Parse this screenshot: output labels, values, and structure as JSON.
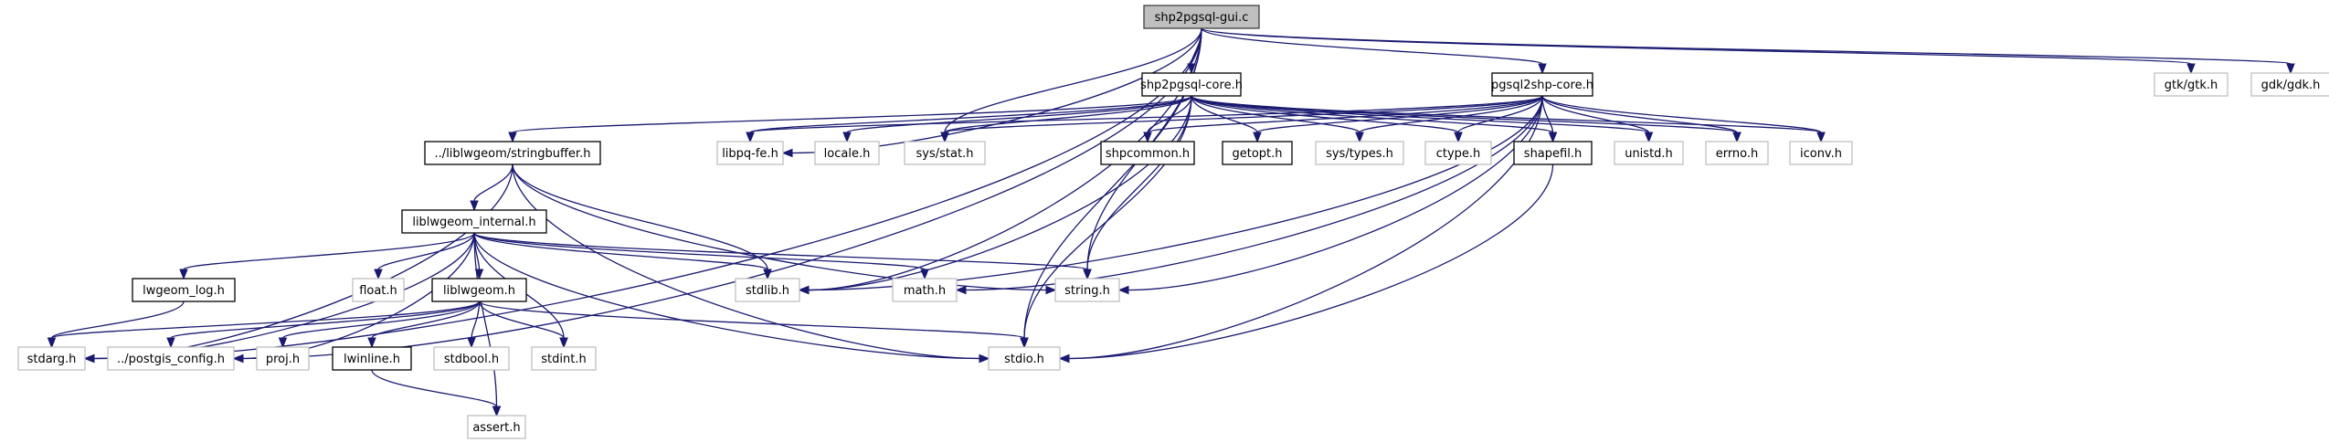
{
  "title": "shp2pgsql-gui.c include dependency graph",
  "colors": {
    "edge": "#191970",
    "root_fill": "#bfbfbf",
    "root_border": "#404040",
    "documented_border": "#000000",
    "external_border": "#bfbfbf",
    "node_fill": "#ffffff"
  },
  "nodes": [
    {
      "id": "gui",
      "label": "shp2pgsql-gui.c",
      "kind": "root"
    },
    {
      "id": "shpcore",
      "label": "shp2pgsql-core.h",
      "kind": "documented"
    },
    {
      "id": "pgcore",
      "label": "pgsql2shp-core.h",
      "kind": "documented"
    },
    {
      "id": "gtk",
      "label": "gtk/gtk.h",
      "kind": "external"
    },
    {
      "id": "gdk",
      "label": "gdk/gdk.h",
      "kind": "external"
    },
    {
      "id": "sbuf",
      "label": "../liblwgeom/stringbuffer.h",
      "kind": "documented"
    },
    {
      "id": "libpq",
      "label": "libpq-fe.h",
      "kind": "external"
    },
    {
      "id": "locale",
      "label": "locale.h",
      "kind": "external"
    },
    {
      "id": "sysstat",
      "label": "sys/stat.h",
      "kind": "external"
    },
    {
      "id": "shpcommon",
      "label": "shpcommon.h",
      "kind": "documented"
    },
    {
      "id": "getopt",
      "label": "getopt.h",
      "kind": "documented"
    },
    {
      "id": "systypes",
      "label": "sys/types.h",
      "kind": "external"
    },
    {
      "id": "ctype",
      "label": "ctype.h",
      "kind": "external"
    },
    {
      "id": "shapefil",
      "label": "shapefil.h",
      "kind": "documented"
    },
    {
      "id": "unistd",
      "label": "unistd.h",
      "kind": "external"
    },
    {
      "id": "errno",
      "label": "errno.h",
      "kind": "external"
    },
    {
      "id": "iconv",
      "label": "iconv.h",
      "kind": "external"
    },
    {
      "id": "lwint",
      "label": "liblwgeom_internal.h",
      "kind": "documented"
    },
    {
      "id": "lwlog",
      "label": "lwgeom_log.h",
      "kind": "documented"
    },
    {
      "id": "float",
      "label": "float.h",
      "kind": "external"
    },
    {
      "id": "liblw",
      "label": "liblwgeom.h",
      "kind": "documented"
    },
    {
      "id": "stdlib",
      "label": "stdlib.h",
      "kind": "external"
    },
    {
      "id": "math",
      "label": "math.h",
      "kind": "external"
    },
    {
      "id": "string",
      "label": "string.h",
      "kind": "external"
    },
    {
      "id": "stdarg",
      "label": "stdarg.h",
      "kind": "external"
    },
    {
      "id": "pgconfig",
      "label": "../postgis_config.h",
      "kind": "external"
    },
    {
      "id": "proj",
      "label": "proj.h",
      "kind": "external"
    },
    {
      "id": "lwinline",
      "label": "lwinline.h",
      "kind": "documented"
    },
    {
      "id": "stdbool",
      "label": "stdbool.h",
      "kind": "external"
    },
    {
      "id": "stdint",
      "label": "stdint.h",
      "kind": "external"
    },
    {
      "id": "stdio",
      "label": "stdio.h",
      "kind": "external"
    },
    {
      "id": "assert",
      "label": "assert.h",
      "kind": "external"
    }
  ],
  "edges": [
    [
      "gui",
      "stdarg"
    ],
    [
      "gui",
      "pgconfig"
    ],
    [
      "gui",
      "stdlib"
    ],
    [
      "gui",
      "libpq"
    ],
    [
      "gui",
      "sysstat"
    ],
    [
      "gui",
      "shpcore"
    ],
    [
      "gui",
      "pgcore"
    ],
    [
      "gui",
      "gtk"
    ],
    [
      "gui",
      "gdk"
    ],
    [
      "gui",
      "string"
    ],
    [
      "gui",
      "stdio"
    ],
    [
      "shpcore",
      "sbuf"
    ],
    [
      "shpcore",
      "libpq"
    ],
    [
      "shpcore",
      "locale"
    ],
    [
      "shpcore",
      "sysstat"
    ],
    [
      "shpcore",
      "shpcommon"
    ],
    [
      "shpcore",
      "getopt"
    ],
    [
      "shpcore",
      "systypes"
    ],
    [
      "shpcore",
      "ctype"
    ],
    [
      "shpcore",
      "shapefil"
    ],
    [
      "shpcore",
      "unistd"
    ],
    [
      "shpcore",
      "errno"
    ],
    [
      "shpcore",
      "iconv"
    ],
    [
      "shpcore",
      "stdlib"
    ],
    [
      "shpcore",
      "string"
    ],
    [
      "shpcore",
      "stdio"
    ],
    [
      "pgcore",
      "libpq"
    ],
    [
      "pgcore",
      "sysstat"
    ],
    [
      "pgcore",
      "shpcommon"
    ],
    [
      "pgcore",
      "getopt"
    ],
    [
      "pgcore",
      "systypes"
    ],
    [
      "pgcore",
      "ctype"
    ],
    [
      "pgcore",
      "shapefil"
    ],
    [
      "pgcore",
      "unistd"
    ],
    [
      "pgcore",
      "errno"
    ],
    [
      "pgcore",
      "iconv"
    ],
    [
      "pgcore",
      "stdlib"
    ],
    [
      "pgcore",
      "math"
    ],
    [
      "pgcore",
      "string"
    ],
    [
      "pgcore",
      "stdio"
    ],
    [
      "sbuf",
      "lwint"
    ],
    [
      "sbuf",
      "stdarg"
    ],
    [
      "sbuf",
      "stdlib"
    ],
    [
      "sbuf",
      "string"
    ],
    [
      "sbuf",
      "stdio"
    ],
    [
      "lwint",
      "lwlog"
    ],
    [
      "lwint",
      "float"
    ],
    [
      "lwint",
      "liblw"
    ],
    [
      "lwint",
      "stdlib"
    ],
    [
      "lwint",
      "math"
    ],
    [
      "lwint",
      "string"
    ],
    [
      "lwint",
      "stdarg"
    ],
    [
      "lwint",
      "pgconfig"
    ],
    [
      "lwint",
      "stdint"
    ],
    [
      "lwint",
      "stdio"
    ],
    [
      "lwint",
      "assert"
    ],
    [
      "lwlog",
      "stdarg"
    ],
    [
      "liblw",
      "stdarg"
    ],
    [
      "liblw",
      "pgconfig"
    ],
    [
      "liblw",
      "proj"
    ],
    [
      "liblw",
      "lwinline"
    ],
    [
      "liblw",
      "stdbool"
    ],
    [
      "liblw",
      "stdint"
    ],
    [
      "liblw",
      "stdio"
    ],
    [
      "lwinline",
      "assert"
    ],
    [
      "shapefil",
      "stdio"
    ]
  ]
}
